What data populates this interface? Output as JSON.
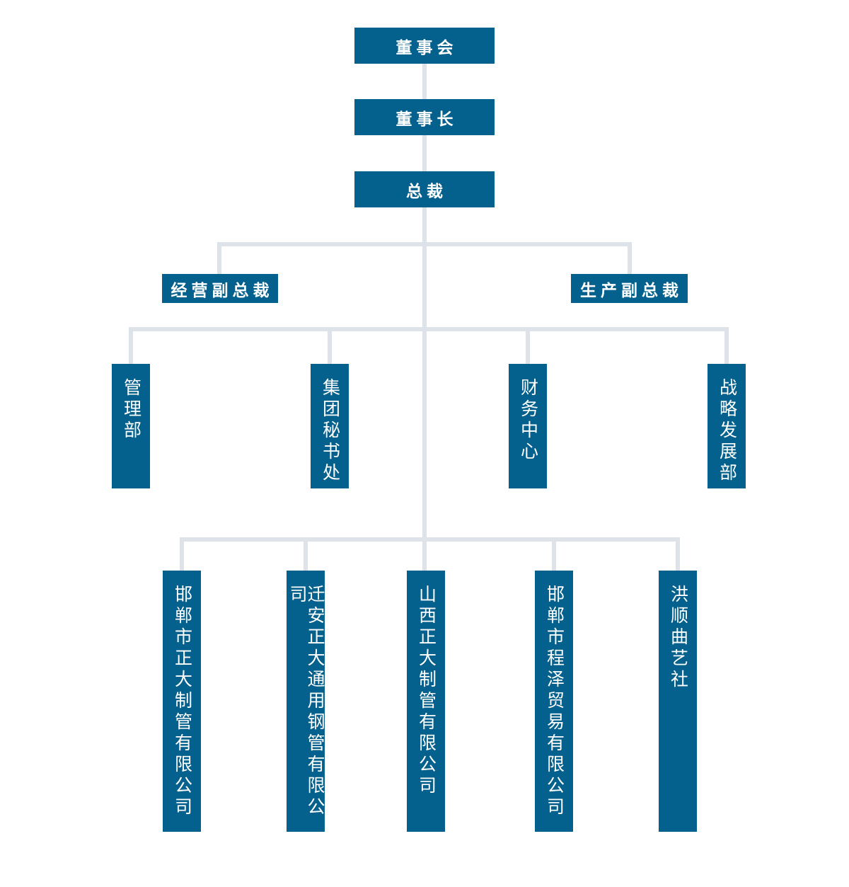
{
  "org_chart": {
    "type": "org-hierarchy-diagram",
    "colors": {
      "box": "#04608C",
      "connector": "#dde3e9",
      "text": "#ffffff"
    },
    "nodes": {
      "board": {
        "label": "董事会"
      },
      "chairman": {
        "label": "董事长"
      },
      "president": {
        "label": "总裁"
      },
      "vice_presidents": [
        {
          "label": "经营副总裁"
        },
        {
          "label": "生产副总裁"
        }
      ],
      "departments": [
        {
          "label": "管理部"
        },
        {
          "label": "集团秘书处"
        },
        {
          "label": "财务中心"
        },
        {
          "label": "战略发展部"
        }
      ],
      "subsidiaries": [
        {
          "label": "邯郸市正大制管有限公司"
        },
        {
          "label": "迁安正大通用钢管有限公司"
        },
        {
          "label": "山西正大制管有限公司"
        },
        {
          "label": "邯郸市程泽贸易有限公司"
        },
        {
          "label": "洪顺曲艺社"
        }
      ]
    },
    "hierarchy": [
      {
        "parent": "董事会",
        "child": "董事长"
      },
      {
        "parent": "董事长",
        "child": "总裁"
      },
      {
        "parent": "总裁",
        "children": [
          "经营副总裁",
          "生产副总裁"
        ]
      },
      {
        "parent": "总裁",
        "children": [
          "管理部",
          "集团秘书处",
          "财务中心",
          "战略发展部"
        ]
      },
      {
        "parent": "总裁",
        "children": [
          "邯郸市正大制管有限公司",
          "迁安正大通用钢管有限公司",
          "山西正大制管有限公司",
          "邯郸市程泽贸易有限公司",
          "洪顺曲艺社"
        ]
      }
    ]
  }
}
